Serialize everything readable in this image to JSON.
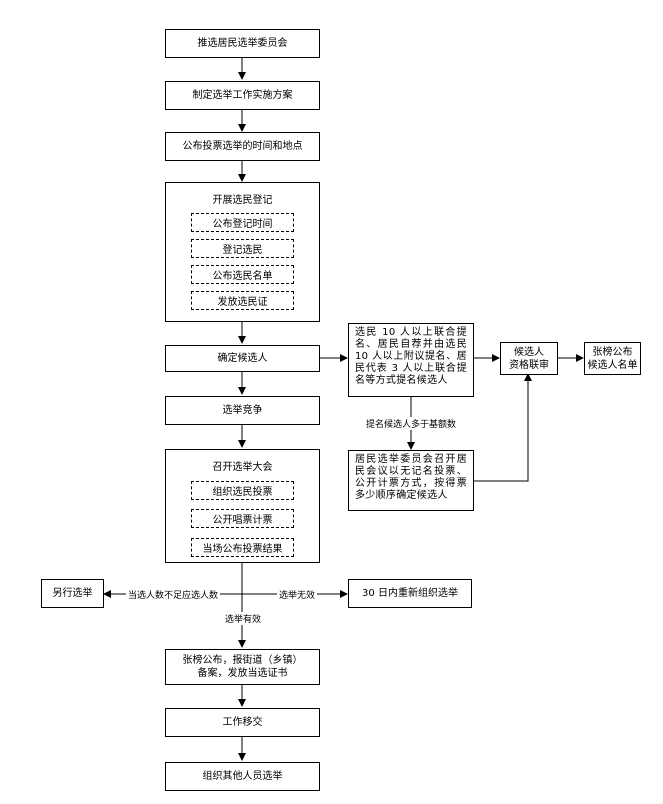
{
  "flow": {
    "step1": "推选居民选举委员会",
    "step2": "制定选举工作实施方案",
    "step3": "公布投票选举的时间和地点",
    "registration": {
      "title": "开展选民登记",
      "items": [
        "公布登记时间",
        "登记选民",
        "公布选民名单",
        "发放选民证"
      ]
    },
    "candidate": "确定候选人",
    "nomination": "选民 10 人以上联合提名、居民自荐并由选民 10 人以上附议提名、居民代表 3 人以上联合提名等方式提名候选人",
    "qualification": "候选人\n资格联审",
    "publish_candidates": "张榜公布\n候选人名单",
    "exceed_label": "提名候选人多于基额数",
    "preliminary": "居民选举委员会召开居民会议以无记名投票、公开计票方式，按得票多少顺序确定候选人",
    "campaign": "选举竞争",
    "meeting": {
      "title": "召开选举大会",
      "items": [
        "组织选民投票",
        "公开唱票计票",
        "当场公布投票结果"
      ]
    },
    "insufficient_label": "当选人数不足应选人数",
    "another_election": "另行选举",
    "invalid_label": "选举无效",
    "reelection": "30 日内重新组织选举",
    "valid_label": "选举有效",
    "announce": "张榜公布，报街道（乡镇）\n备案，发放当选证书",
    "handover": "工作移交",
    "other_elections": "组织其他人员选举"
  }
}
